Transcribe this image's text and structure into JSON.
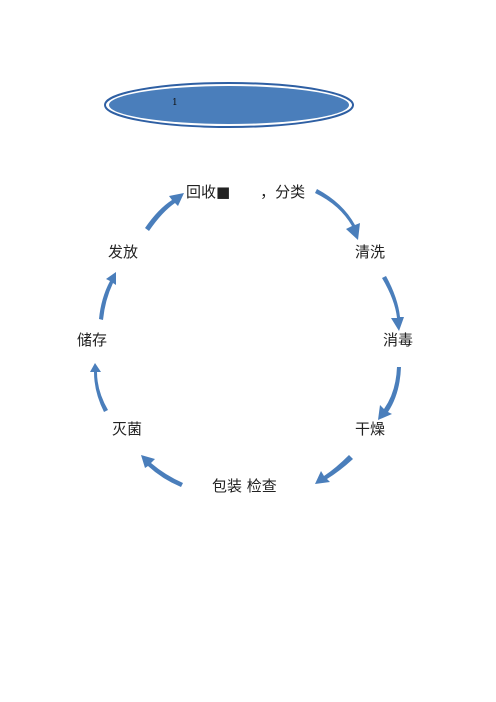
{
  "header": {
    "badge_text": "1"
  },
  "cycle": {
    "steps": [
      {
        "label": "回收■　　，分类"
      },
      {
        "label": "清洗"
      },
      {
        "label": "消毒"
      },
      {
        "label": "干燥"
      },
      {
        "label": "包装 检查"
      },
      {
        "label": "灭菌"
      },
      {
        "label": "储存"
      },
      {
        "label": "发放"
      }
    ]
  },
  "colors": {
    "arrow": "#4a7ebb",
    "ellipse_fill": "#4a7ebb",
    "ellipse_border": "#2e5fa3",
    "text": "#222222"
  }
}
